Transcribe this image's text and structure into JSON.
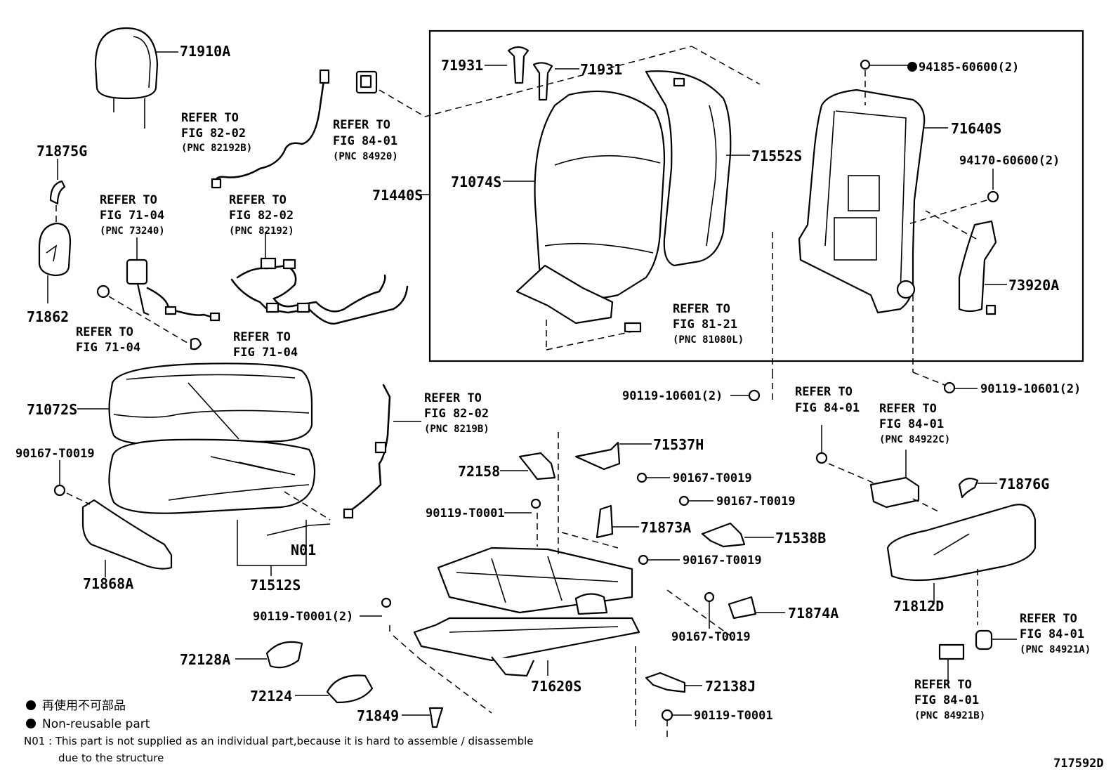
{
  "labels": {
    "p71910A": "71910A",
    "p71875G": "71875G",
    "p71862": "71862",
    "refer_82_02_82192B": [
      "REFER TO",
      "FIG 82-02",
      "(PNC 82192B)"
    ],
    "refer_84_01_84920": [
      "REFER TO",
      "FIG 84-01",
      "(PNC 84920)"
    ],
    "refer_71_04_73240": [
      "REFER TO",
      "FIG 71-04",
      "(PNC 73240)"
    ],
    "refer_82_02_82192": [
      "REFER TO",
      "FIG 82-02",
      "(PNC 82192)"
    ],
    "refer_71_04_a": [
      "REFER TO",
      "FIG 71-04"
    ],
    "refer_71_04_b": [
      "REFER TO",
      "FIG 71-04"
    ],
    "p71931a": "71931",
    "p71931b": "71931",
    "p71074S": "71074S",
    "p71552S": "71552S",
    "p71440S": "71440S",
    "refer_81_21": [
      "REFER TO",
      "FIG 81-21",
      "(PNC 81080L)"
    ],
    "p94185": "94185-60600(2)",
    "p71640S": "71640S",
    "p94170": "94170-60600(2)",
    "p73920A": "73920A",
    "p90119_10601_a": "90119-10601(2)",
    "p90119_10601_b": "90119-10601(2)",
    "p71072S": "71072S",
    "p90167_T0019_a": "90167-T0019",
    "refer_82_02_8219B": [
      "REFER TO",
      "FIG 82-02",
      "(PNC 8219B)"
    ],
    "p71868A": "71868A",
    "p71512S": "71512S",
    "pN01": "N01",
    "p72158": "72158",
    "p71537H": "71537H",
    "p90167_T0019_b": "90167-T0019",
    "p90119_T0001_a": "90119-T0001",
    "p90167_T0019_c": "90167-T0019",
    "p71873A": "71873A",
    "p71538B": "71538B",
    "p90167_T0019_d": "90167-T0019",
    "p90119_T0001_2": "90119-T0001(2)",
    "p71874A": "71874A",
    "p90167_T0019_e": "90167-T0019",
    "refer_84_01_plain": [
      "REFER TO",
      "FIG 84-01"
    ],
    "refer_84_01_84922C": [
      "REFER TO",
      "FIG 84-01",
      "(PNC 84922C)"
    ],
    "p71876G": "71876G",
    "p71812D": "71812D",
    "refer_84_01_84921A": [
      "REFER TO",
      "FIG 84-01",
      "(PNC 84921A)"
    ],
    "refer_84_01_84921B": [
      "REFER TO",
      "FIG 84-01",
      "(PNC 84921B)"
    ],
    "p72128A": "72128A",
    "p72124": "72124",
    "p71849": "71849",
    "p71620S": "71620S",
    "p72138J": "72138J",
    "p90119_T0001_b": "90119-T0001"
  },
  "legend": {
    "jp": "再使用不可部品",
    "en": "Non-reusable part"
  },
  "note": {
    "line1": "N01 : This part is not supplied as an individual part,because it is hard to assemble / disassemble",
    "line2": "due to the structure"
  },
  "figure_code": "717592D"
}
